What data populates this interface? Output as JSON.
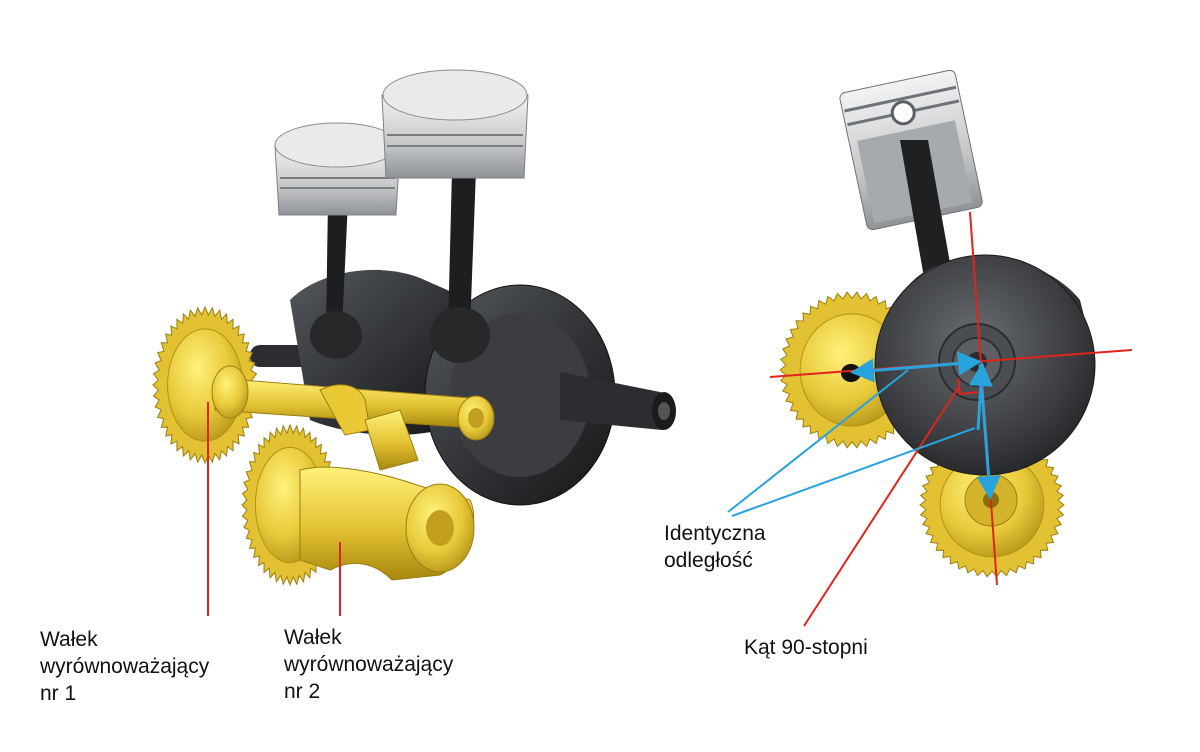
{
  "labels": {
    "balance_shaft_1": [
      "Wałek",
      "wyrównoważający",
      "nr 1"
    ],
    "balance_shaft_2": [
      "Wałek",
      "wyrównoważający",
      "nr 2"
    ],
    "identical_distance": [
      "Identyczna",
      "odległość"
    ],
    "angle_90": "Kąt 90-stopni"
  },
  "colors": {
    "leader_line": "#e0241b",
    "arrow": "#29a3dc",
    "gear_yellow": "#e8c93a",
    "crank_dark": "#2e3033",
    "piston_silver": "#c8cacc"
  }
}
